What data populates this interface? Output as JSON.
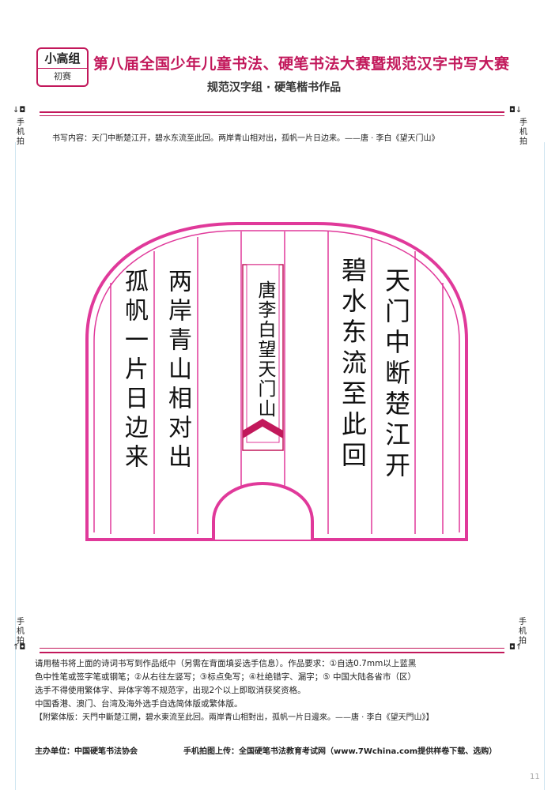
{
  "header": {
    "badge_top": "小高组",
    "badge_bottom": "初赛",
    "title": "第八届全国少年儿童书法、硬笔书法大赛暨规范汉字书写大赛",
    "subtitle": "规范汉字组 · 硬笔楷书作品"
  },
  "markers": {
    "top_left_icon": "↓◘",
    "top_right_icon": "◘↓",
    "bottom_left_icon": "↑◘",
    "bottom_right_icon": "◘↑",
    "side_label": "手机拍"
  },
  "writing_content": "书写内容：天门中断楚江开，碧水东流至此回。两岸青山相对出，孤帆一片日边来。——唐 · 李白《望天门山》",
  "artwork": {
    "columns": [
      "天门中断楚江开",
      "碧水东流至此回",
      "两岸青山相对出",
      "孤帆一片日边来"
    ],
    "signature": "唐李白望天门山"
  },
  "instructions": {
    "line1": "请用楷书将上面的诗词书写到作品纸中（另需在背面填妥选手信息）。作品要求：①自选0.7mm以上蓝黑",
    "line2": "色中性笔或签字笔或钢笔；②从右往左竖写；③标点免写；④杜绝错字、漏字；⑤ 中国大陆各省市（区）",
    "line3": "选手不得使用繁体字、异体字等不规范字，出现2个以上即取消获奖资格。",
    "line4": "中国香港、澳门、台湾及海外选手自选简体版或繁体版。",
    "line5": "【附繁体版：天門中斷楚江開，碧水東流至此回。兩岸青山相對出，孤帆一片日邊來。——唐 · 李白《望天門山》】"
  },
  "footer": {
    "organizer": "主办单位：中国硬笔书法协会",
    "upload": "手机拍图上传：全国硬笔书法教育考试网（www.7Wchina.com提供样卷下载、选购）",
    "page_mark": "11"
  },
  "colors": {
    "accent": "#c2185b",
    "grid": "#cfe5f1",
    "ink": "#111111"
  }
}
